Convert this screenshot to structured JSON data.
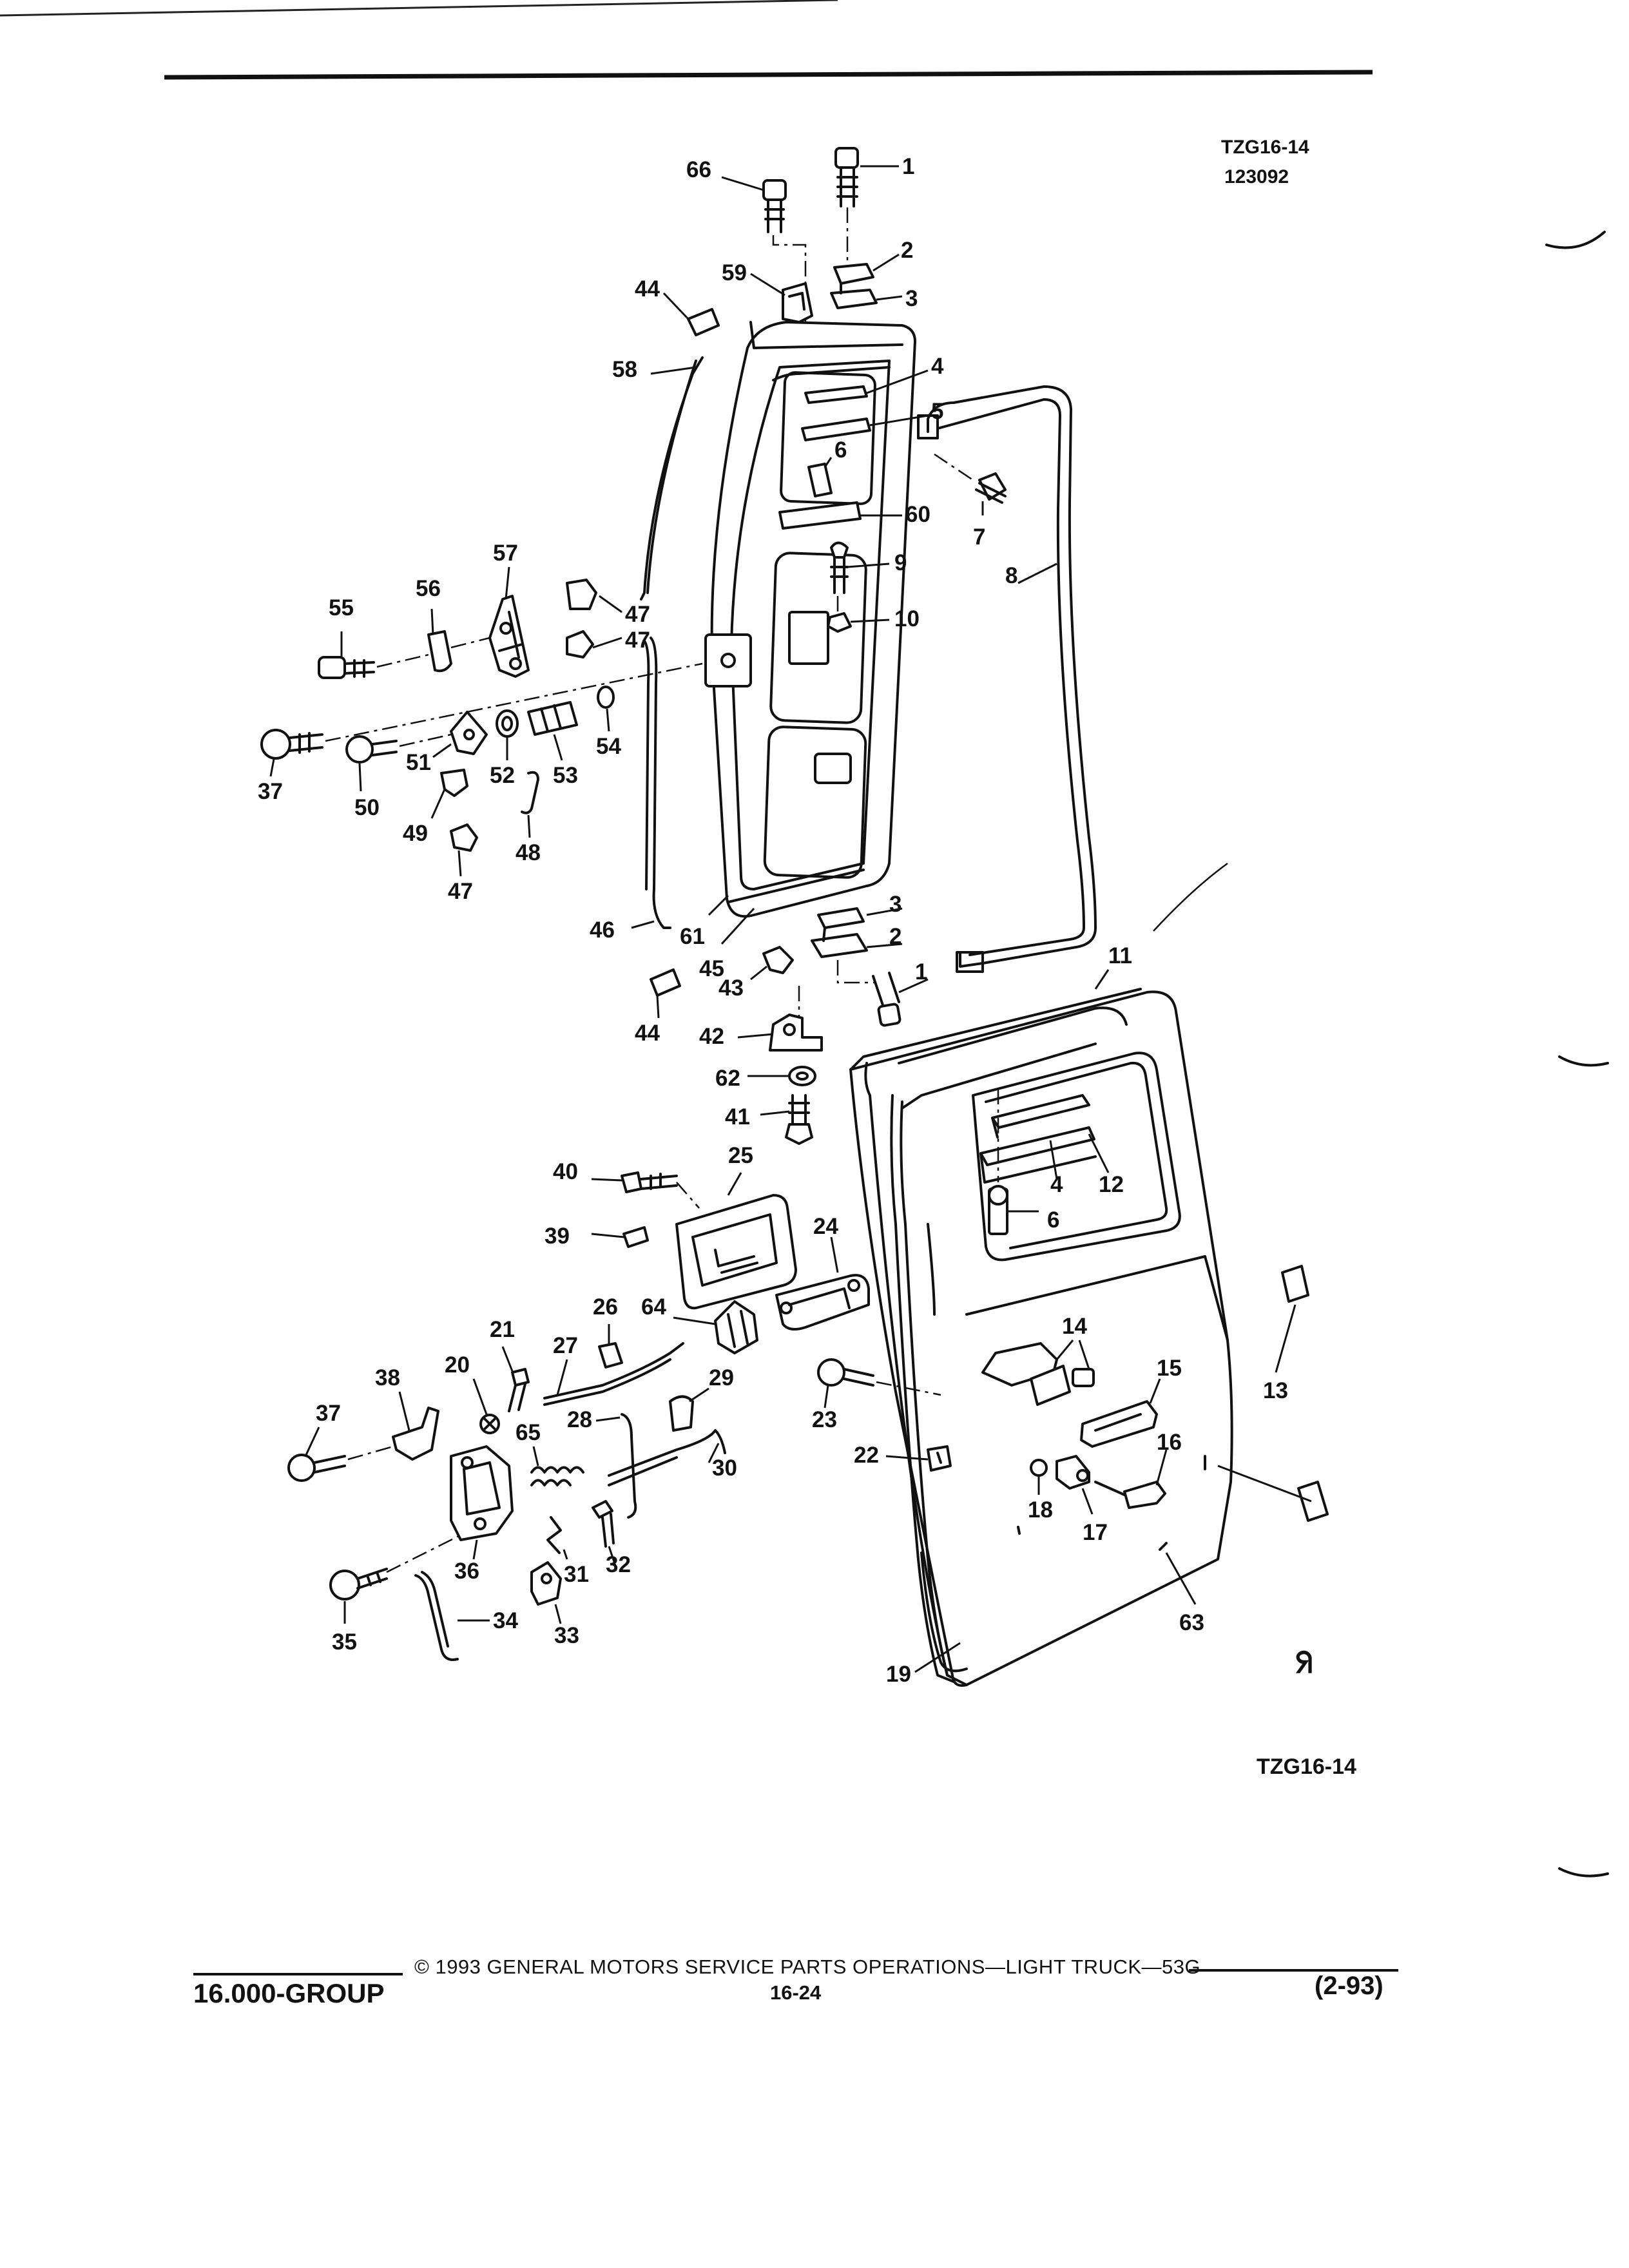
{
  "header": {
    "figure_id": "TZG16-14",
    "figure_number": "123092"
  },
  "figure": {
    "bottom_label": "TZG16-14",
    "mark_glyph": "ᖆ"
  },
  "callouts": [
    {
      "label": "1"
    },
    {
      "label": "2"
    },
    {
      "label": "3"
    },
    {
      "label": "4"
    },
    {
      "label": "5"
    },
    {
      "label": "6"
    },
    {
      "label": "7"
    },
    {
      "label": "8"
    },
    {
      "label": "9"
    },
    {
      "label": "10"
    },
    {
      "label": "66"
    },
    {
      "label": "59"
    },
    {
      "label": "44"
    },
    {
      "label": "58"
    },
    {
      "label": "60"
    },
    {
      "label": "57"
    },
    {
      "label": "56"
    },
    {
      "label": "55"
    },
    {
      "label": "47"
    },
    {
      "label": "47"
    },
    {
      "label": "37"
    },
    {
      "label": "50"
    },
    {
      "label": "51"
    },
    {
      "label": "52"
    },
    {
      "label": "53"
    },
    {
      "label": "54"
    },
    {
      "label": "49"
    },
    {
      "label": "48"
    },
    {
      "label": "47"
    },
    {
      "label": "46"
    },
    {
      "label": "61"
    },
    {
      "label": "45"
    },
    {
      "label": "3"
    },
    {
      "label": "2"
    },
    {
      "label": "1"
    },
    {
      "label": "43"
    },
    {
      "label": "44"
    },
    {
      "label": "42"
    },
    {
      "label": "62"
    },
    {
      "label": "41"
    },
    {
      "label": "11"
    },
    {
      "label": "4"
    },
    {
      "label": "12"
    },
    {
      "label": "6"
    },
    {
      "label": "25"
    },
    {
      "label": "40"
    },
    {
      "label": "39"
    },
    {
      "label": "24"
    },
    {
      "label": "64"
    },
    {
      "label": "26"
    },
    {
      "label": "21"
    },
    {
      "label": "27"
    },
    {
      "label": "20"
    },
    {
      "label": "38"
    },
    {
      "label": "37"
    },
    {
      "label": "65"
    },
    {
      "label": "29"
    },
    {
      "label": "28"
    },
    {
      "label": "30"
    },
    {
      "label": "23"
    },
    {
      "label": "22"
    },
    {
      "label": "14"
    },
    {
      "label": "15"
    },
    {
      "label": "13"
    },
    {
      "label": "16"
    },
    {
      "label": "18"
    },
    {
      "label": "17"
    },
    {
      "label": "36"
    },
    {
      "label": "31"
    },
    {
      "label": "32"
    },
    {
      "label": "35"
    },
    {
      "label": "34"
    },
    {
      "label": "33"
    },
    {
      "label": "19"
    },
    {
      "label": "63"
    }
  ],
  "footer": {
    "copyright": "© 1993 GENERAL MOTORS SERVICE PARTS OPERATIONS—LIGHT TRUCK—53G",
    "group": "16.000-GROUP",
    "page": "16-24",
    "date": "(2-93)"
  }
}
